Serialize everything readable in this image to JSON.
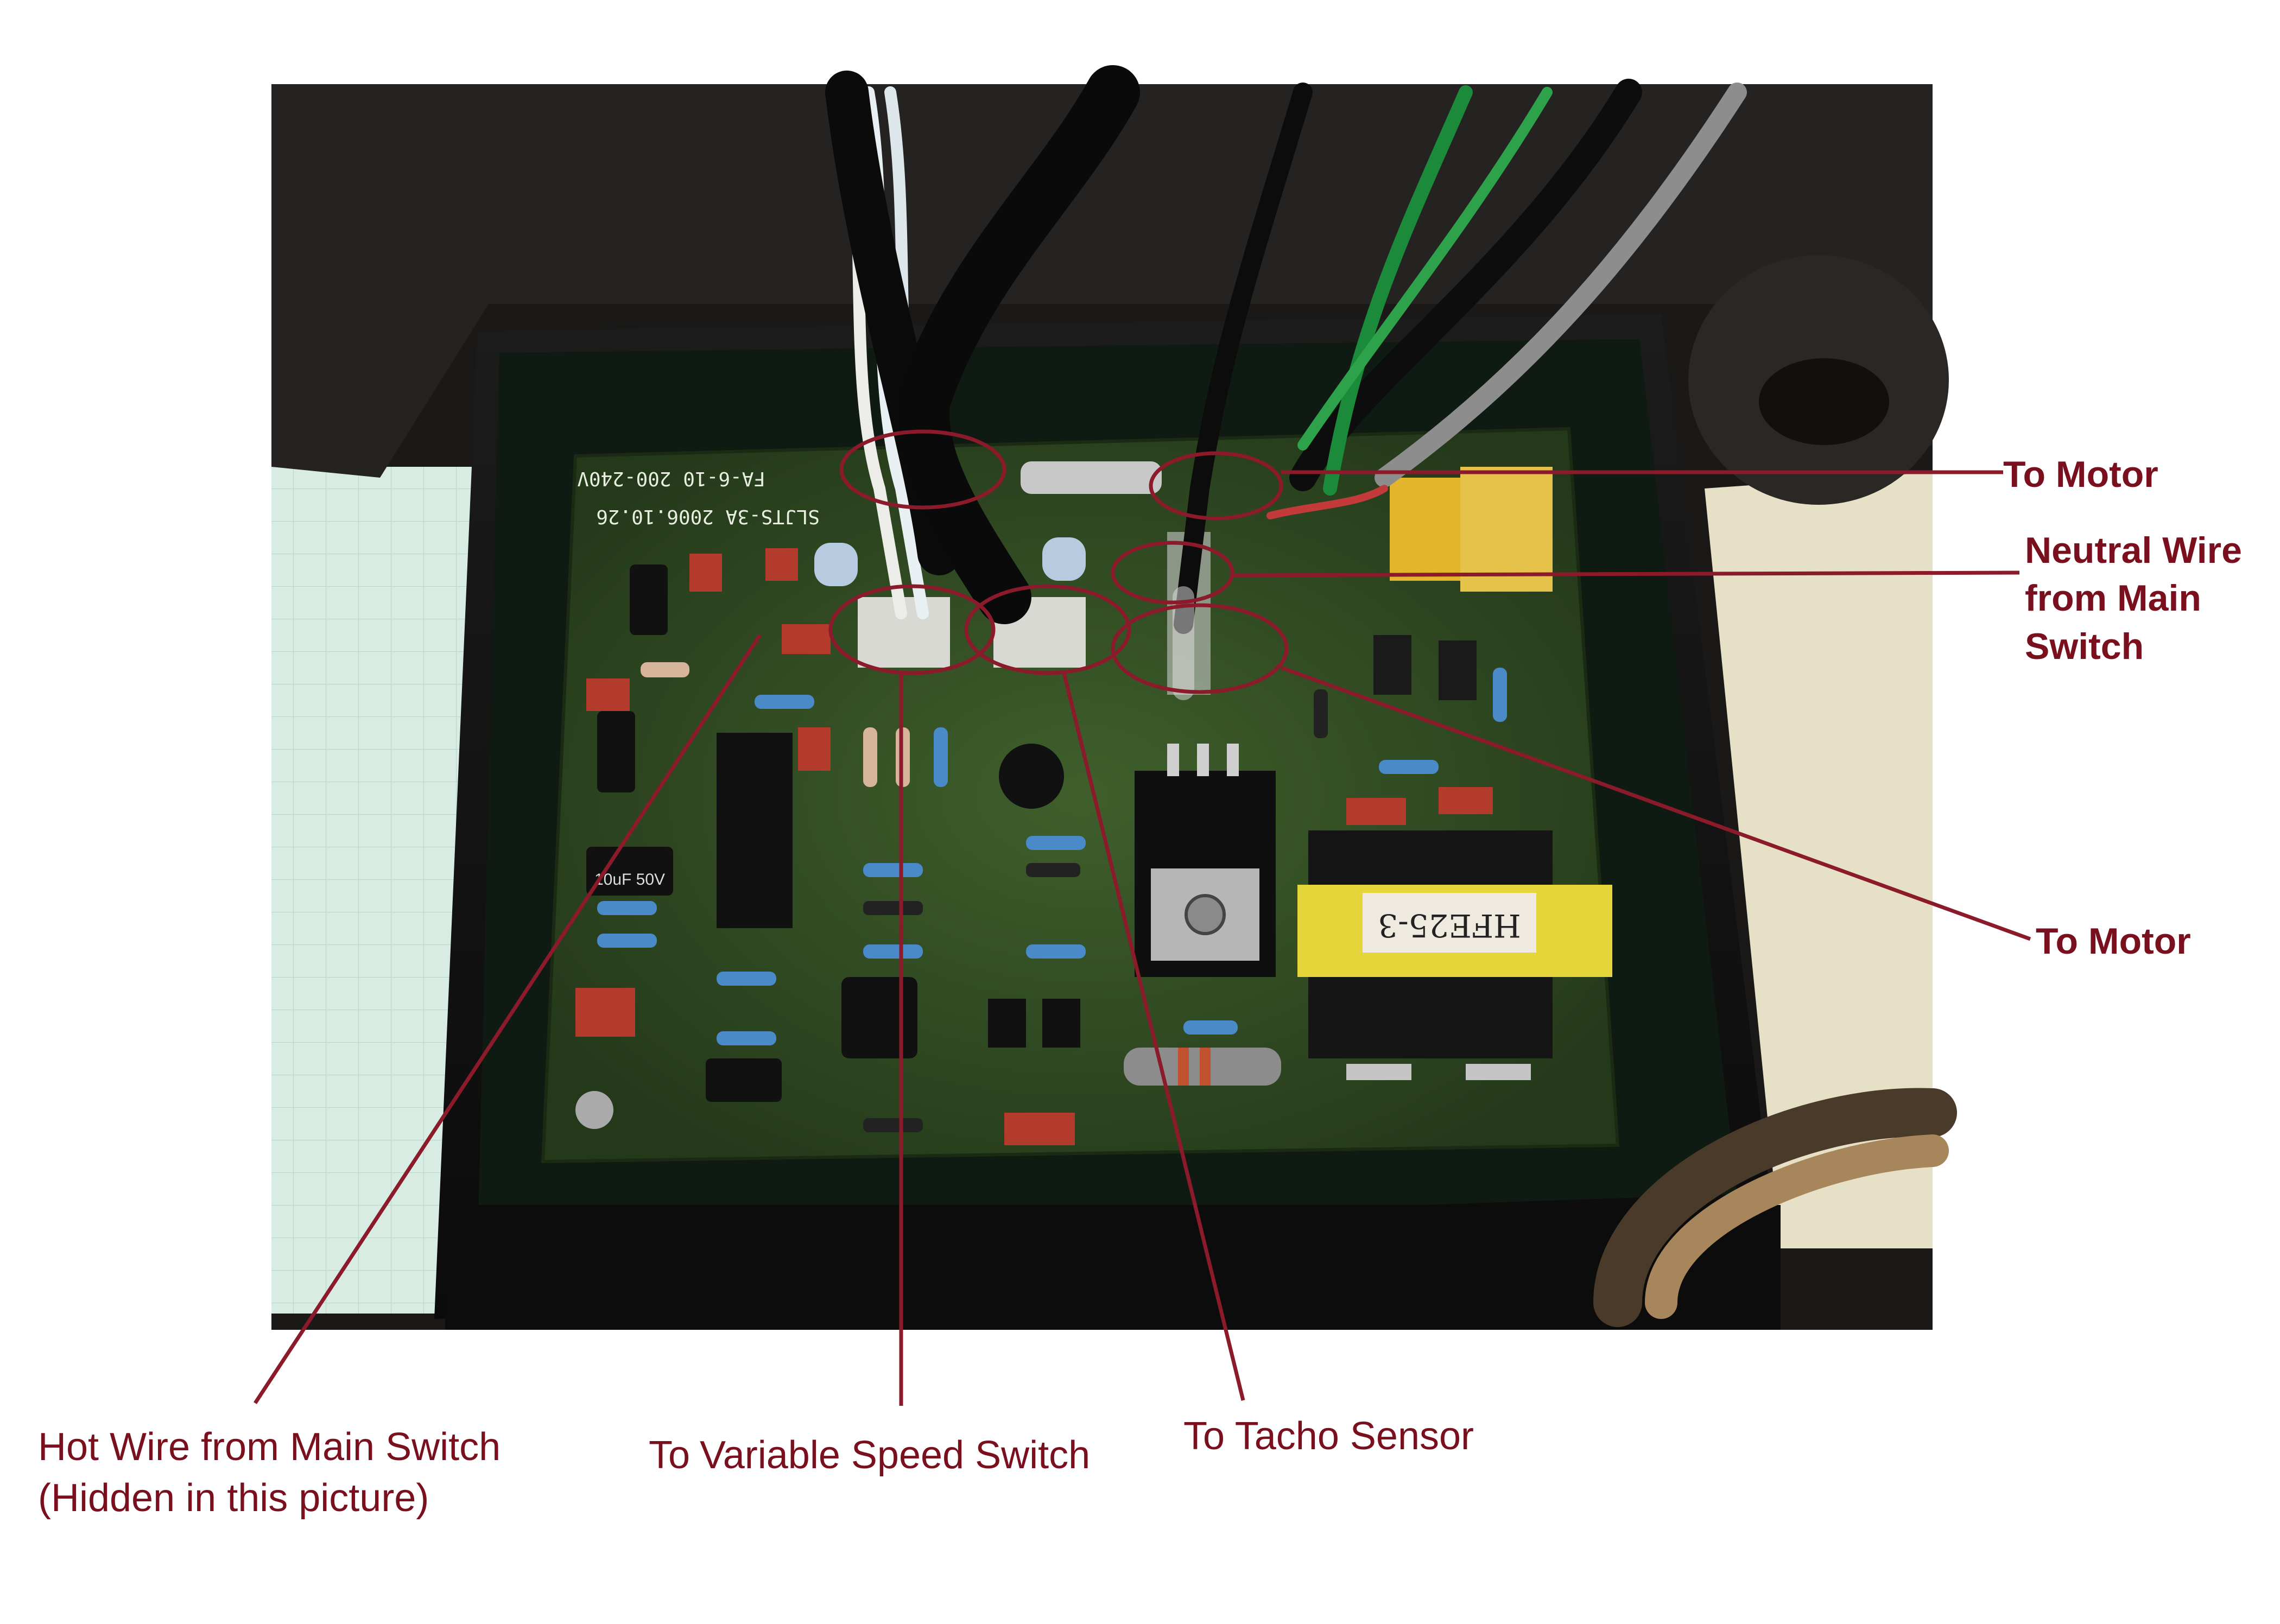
{
  "annotations": {
    "to_motor_top": "To Motor",
    "neutral_wire": [
      "Neutral Wire",
      "from Main",
      "Switch"
    ],
    "to_motor_bottom": "To Motor",
    "hot_wire": [
      "Hot Wire from Main Switch",
      "(Hidden in this picture)"
    ],
    "variable_speed": {
      "prefix": "To",
      "text": "Variable Speed Switch"
    },
    "tacho": "To Tacho Sensor"
  },
  "board": {
    "label_1": "FA-6-10  200-240V",
    "label_2": "SLJTS-3A  2006.10.26",
    "transformer": "HFE25-3",
    "cap_label": "10uF 50V"
  },
  "colors": {
    "annotation": "#7a0f1e",
    "pcb": "#2f4a22",
    "enclosure": "#141414"
  }
}
